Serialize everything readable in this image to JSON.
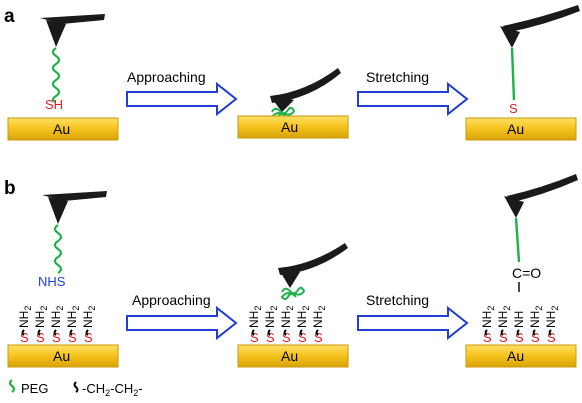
{
  "panels": {
    "a": {
      "label": "a",
      "thiol_group": "SH",
      "approach_label": "Approaching",
      "stretch_label": "Stretching",
      "sulfur": "S",
      "substrate": "Au"
    },
    "b": {
      "label": "b",
      "ester_group": "NHS",
      "approach_label": "Approaching",
      "stretch_label": "Stretching",
      "amine_main": "NH",
      "amine_sub": "2",
      "sulfur": "S",
      "substrate": "Au",
      "carbonyl": "C=O",
      "amide_nh": "NH"
    }
  },
  "legend": {
    "peg_label": "PEG",
    "linker_main": "-CH",
    "linker_sub": "2",
    "linker_mid": "-CH",
    "linker_end": "-"
  },
  "colors": {
    "gold": "#f5c21b",
    "gold_edge": "#c99a08",
    "peg_green": "#1db34a",
    "arrow_blue": "#1f3fd6",
    "sulfur_red": "#e0201f",
    "cantilever": "#1a1a1a"
  }
}
